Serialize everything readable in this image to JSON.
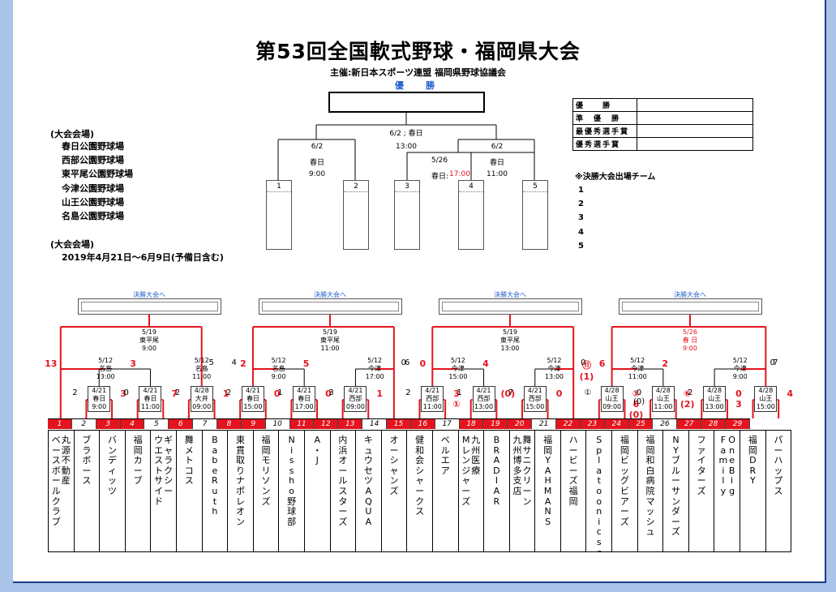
{
  "title": "第53回全国軟式野球・福岡県大会",
  "subtitle": "主催:新日本スポーツ連盟 福岡県野球協議会",
  "champion_heading": "優　勝",
  "venues_heading": "(大会会場)",
  "venues": [
    "春日公園野球場",
    "西部公園野球場",
    "東平尾公園野球場",
    "今津公園野球場",
    "山王公園野球場",
    "名島公園野球場"
  ],
  "period_heading": "(大会会場)",
  "period": "2019年4月21日～6月9日(予備日含む)",
  "results": [
    {
      "label": "優　　勝",
      "value": ""
    },
    {
      "label": "準　優　勝",
      "value": ""
    },
    {
      "label": "最優秀選手賞",
      "value": ""
    },
    {
      "label": "優秀選手賞",
      "value": ""
    }
  ],
  "finals_teams_heading": "※決勝大会出場チーム",
  "finals_teams": [
    "1",
    "2",
    "3",
    "4",
    "5"
  ],
  "final": {
    "top": {
      "date": "6/2 ; 春日",
      "time": "13:00"
    },
    "left": {
      "date": "6/2",
      "venue": "春日",
      "time": "9:00"
    },
    "right": {
      "date": "6/2",
      "venue": "春日",
      "time": "11:00"
    },
    "mid": {
      "date": "5/26",
      "venue": "春日:",
      "time": "17:00"
    },
    "slots": [
      "1",
      "2",
      "3",
      "4",
      "5"
    ]
  },
  "to_finals_label": "決勝大会へ",
  "sections": [
    {
      "date": "5/19",
      "venue": "東平尾",
      "time": "9:00",
      "red": false,
      "ls": "13",
      "rs": "5",
      "l": {
        "date": "5/12",
        "venue": "名島",
        "time": "13:00",
        "ls": "2",
        "rs": "3",
        "lsr": false,
        "rsr": false
      },
      "r": {
        "date": "5/12",
        "venue": "名島",
        "time": "11:00",
        "ls": "",
        "rs": "4",
        "lsr": false,
        "rsr": false
      },
      "games": [
        {
          "date": "4/21",
          "venue": "春日",
          "time": "9:00",
          "ls": "2",
          "rs": "3"
        },
        {
          "date": "4/21",
          "venue": "春日",
          "time": "11:00",
          "ls": "0",
          "rs": "7"
        },
        {
          "date": "4/28",
          "venue": "大井",
          "time": "09:00",
          "ls": "2",
          "rs": "1"
        }
      ]
    },
    {
      "date": "5/19",
      "venue": "東平尾",
      "time": "11:00",
      "red": false,
      "ls": "2",
      "rs": "0",
      "l": {
        "date": "5/12",
        "venue": "名島",
        "time": "9:00",
        "ls": "",
        "rs": "5",
        "lsr": false,
        "rsr": false
      },
      "r": {
        "date": "5/12",
        "venue": "今津",
        "time": "17:00",
        "ls": "",
        "rs": "6",
        "lsr": false,
        "rsr": false
      },
      "games": [
        {
          "date": "4/21",
          "venue": "春日",
          "time": "15:00",
          "ls": "2",
          "rs": "0"
        },
        {
          "date": "4/21",
          "venue": "春日",
          "time": "17:00",
          "ls": "1",
          "rs": "0"
        },
        {
          "date": "4/21",
          "venue": "西部",
          "time": "09:00",
          "ls": "3",
          "rs": "1"
        }
      ]
    },
    {
      "date": "5/19",
      "venue": "東平尾",
      "time": "13:00",
      "red": false,
      "ls": "0",
      "rs": "0",
      "l": {
        "date": "5/12",
        "venue": "今津",
        "time": "15:00",
        "ls": "",
        "rs": "4",
        "lsr": false,
        "rsr": false
      },
      "r": {
        "date": "5/12",
        "venue": "今津",
        "time": "13:00",
        "ls": "(0)",
        "rs": "⑪ (1)",
        "lsr": false,
        "rsr": true
      },
      "games": [
        {
          "date": "4/21",
          "venue": "西部",
          "time": "11:00",
          "ls": "2",
          "rs": "3 ①"
        },
        {
          "date": "4/21",
          "venue": "西部",
          "time": "13:00",
          "ls": "1",
          "rs": "(0)"
        },
        {
          "date": "4/21",
          "venue": "西部",
          "time": "15:00",
          "ls": "7",
          "rs": "0"
        }
      ]
    },
    {
      "date": "5/26",
      "venue": "春 日",
      "time": "9:00",
      "red": true,
      "ls": "6",
      "rs": "7",
      "l": {
        "date": "5/12",
        "venue": "今津",
        "time": "11:00",
        "ls": "",
        "rs": "2",
        "lsr": false,
        "rsr": false
      },
      "r": {
        "date": "5/12",
        "venue": "今津",
        "time": "9:00",
        "ls": "",
        "rs": "0",
        "lsr": false,
        "rsr": false
      },
      "games": [
        {
          "date": "4/28",
          "venue": "山王",
          "time": "09:00",
          "ls": "①",
          "rs": "① 6 (0)"
        },
        {
          "date": "4/28",
          "venue": "山王",
          "time": "11:00",
          "ls": "0 (0)",
          "rs": "⑥ (2)"
        },
        {
          "date": "4/28",
          "venue": "山王",
          "time": "13:00",
          "ls": "2",
          "rs": "0 3"
        },
        {
          "date": "4/28",
          "venue": "山王",
          "time": "15:00",
          "ls": "",
          "rs": "4"
        }
      ]
    }
  ],
  "numbers": [
    "1",
    "2",
    "3",
    "4",
    "5",
    "6",
    "7",
    "8",
    "9",
    "10",
    "11",
    "12",
    "13",
    "14",
    "15",
    "16",
    "17",
    "18",
    "19",
    "20",
    "21",
    "22",
    "23",
    "24",
    "25",
    "26",
    "27",
    "28",
    "29"
  ],
  "red_numbers": [
    "1",
    "3",
    "4",
    "6",
    "8",
    "9",
    "11",
    "12",
    "13",
    "15",
    "16",
    "18",
    "19",
    "20",
    "22",
    "23",
    "24",
    "25",
    "27",
    "28",
    "29"
  ],
  "teams": [
    {
      "lines": [
        "丸源不動産",
        "ベースボールクラブ"
      ]
    },
    {
      "lines": [
        "ブラボース"
      ]
    },
    {
      "lines": [
        "バンディッツ"
      ]
    },
    {
      "lines": [
        "福岡カーブ"
      ]
    },
    {
      "lines": [
        "ギャラクシー",
        "ウエストサイド"
      ]
    },
    {
      "lines": [
        "舞メトコス"
      ]
    },
    {
      "lines": [
        "BabeRuth"
      ]
    },
    {
      "lines": [
        "東貫取りナポレオン"
      ]
    },
    {
      "lines": [
        "福岡モリソンズ"
      ]
    },
    {
      "lines": [
        "Nissho野球部"
      ]
    },
    {
      "lines": [
        "A・J"
      ]
    },
    {
      "lines": [
        "内浜オールスターズ"
      ]
    },
    {
      "lines": [
        "キュウセツAQUA"
      ]
    },
    {
      "lines": [
        "オーシャンズ"
      ]
    },
    {
      "lines": [
        "健和会シャークス"
      ]
    },
    {
      "lines": [
        "ベルエア"
      ]
    },
    {
      "lines": [
        "九州医療",
        "Mレンジャーズ"
      ]
    },
    {
      "lines": [
        "BRADIAR"
      ]
    },
    {
      "lines": [
        "舞サニクリーン",
        "九州博多支店"
      ]
    },
    {
      "lines": [
        "福岡YAHMANS"
      ]
    },
    {
      "lines": [
        "ハービーズ福岡"
      ]
    },
    {
      "lines": [
        "Splatoonicsr"
      ]
    },
    {
      "lines": [
        "福岡ビッグビアーズ"
      ]
    },
    {
      "lines": [
        "福岡和白病院マッシュ"
      ]
    },
    {
      "lines": [
        "NYブルーサンダーズ"
      ]
    },
    {
      "lines": [
        "ファイターズ"
      ]
    },
    {
      "lines": [
        "One Big",
        "Family"
      ]
    },
    {
      "lines": [
        "福岡DRY"
      ]
    },
    {
      "lines": [
        "パーハップス"
      ]
    }
  ]
}
